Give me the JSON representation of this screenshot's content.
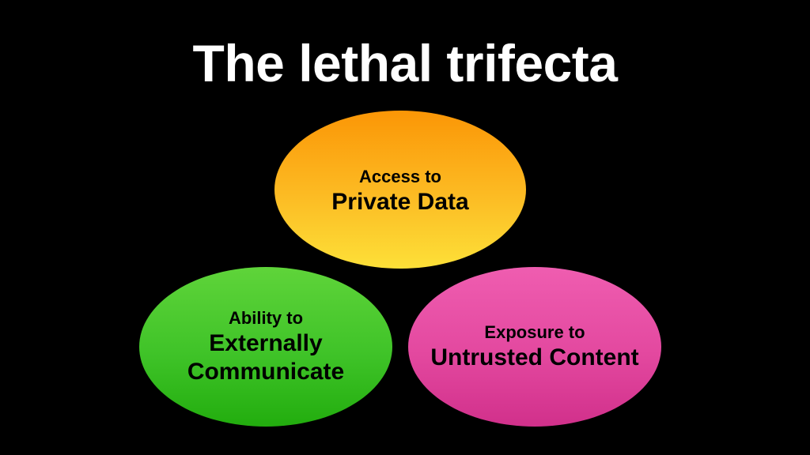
{
  "title": "The lethal trifecta",
  "colors": {
    "background": "#000000",
    "title_text": "#ffffff",
    "private_data": "#fcb820",
    "external_communication": "#3fc328",
    "untrusted_content": "#e3489f"
  },
  "ellipses": [
    {
      "id": "private-data",
      "line1": "Access to",
      "line2": "Private Data",
      "line3": ""
    },
    {
      "id": "external-communication",
      "line1": "Ability to",
      "line2": "Externally",
      "line3": "Communicate"
    },
    {
      "id": "untrusted-content",
      "line1": "Exposure to",
      "line2": "Untrusted Content",
      "line3": ""
    }
  ]
}
